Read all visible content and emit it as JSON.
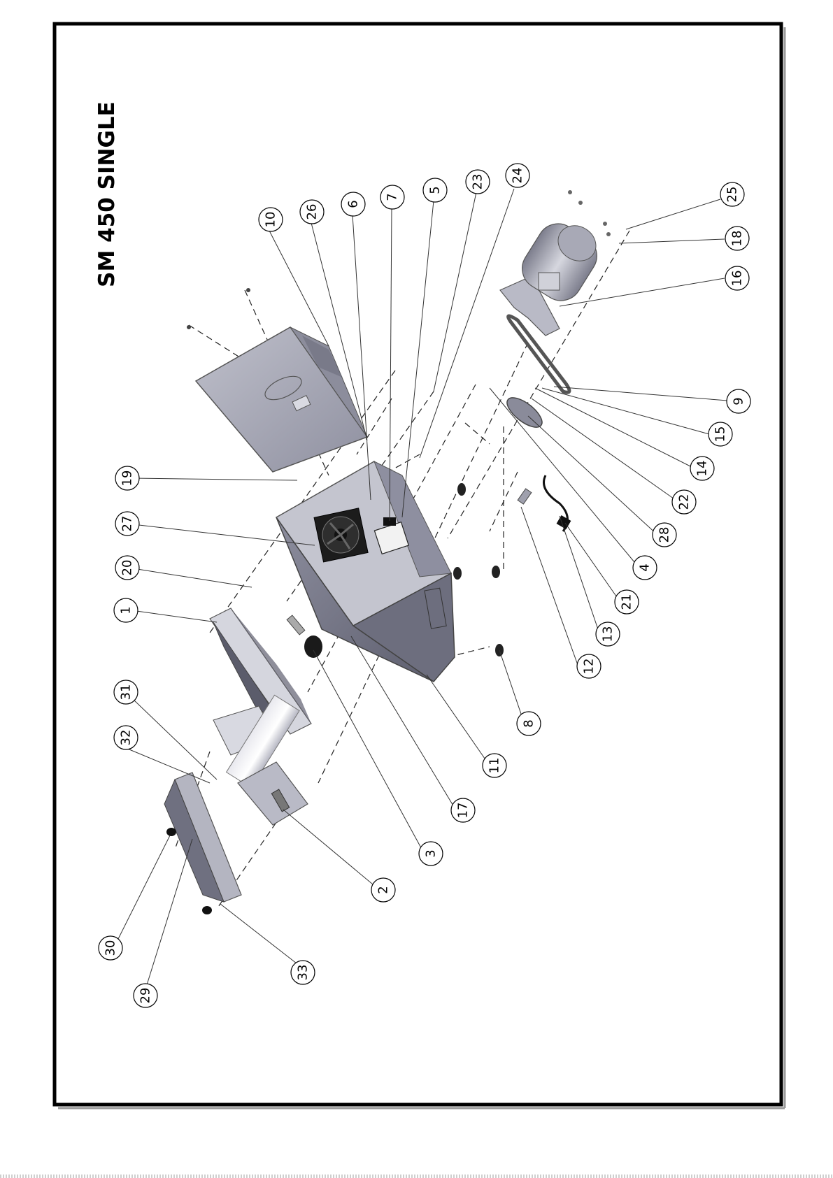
{
  "document": {
    "title": "SM 450 SINGLE"
  },
  "colors": {
    "frame": "#000000",
    "metal_dark": "#6f7080",
    "metal_mid": "#9a9bab",
    "metal_light": "#c9cad4",
    "black_part": "#1a1a1a"
  },
  "callouts": [
    {
      "id": "c10",
      "label": "10"
    },
    {
      "id": "c26",
      "label": "26"
    },
    {
      "id": "c6",
      "label": "6"
    },
    {
      "id": "c7",
      "label": "7"
    },
    {
      "id": "c5",
      "label": "5"
    },
    {
      "id": "c23",
      "label": "23"
    },
    {
      "id": "c24",
      "label": "24"
    },
    {
      "id": "c25",
      "label": "25"
    },
    {
      "id": "c18",
      "label": "18"
    },
    {
      "id": "c16",
      "label": "16"
    },
    {
      "id": "c9",
      "label": "9"
    },
    {
      "id": "c15",
      "label": "15"
    },
    {
      "id": "c14",
      "label": "14"
    },
    {
      "id": "c22",
      "label": "22"
    },
    {
      "id": "c28",
      "label": "28"
    },
    {
      "id": "c4",
      "label": "4"
    },
    {
      "id": "c21",
      "label": "21"
    },
    {
      "id": "c13",
      "label": "13"
    },
    {
      "id": "c12",
      "label": "12"
    },
    {
      "id": "c8",
      "label": "8"
    },
    {
      "id": "c11",
      "label": "11"
    },
    {
      "id": "c17",
      "label": "17"
    },
    {
      "id": "c3",
      "label": "3"
    },
    {
      "id": "c2",
      "label": "2"
    },
    {
      "id": "c33",
      "label": "33"
    },
    {
      "id": "c29",
      "label": "29"
    },
    {
      "id": "c30",
      "label": "30"
    },
    {
      "id": "c32",
      "label": "32"
    },
    {
      "id": "c31",
      "label": "31"
    },
    {
      "id": "c1",
      "label": "1"
    },
    {
      "id": "c20",
      "label": "20"
    },
    {
      "id": "c27",
      "label": "27"
    },
    {
      "id": "c19",
      "label": "19"
    }
  ]
}
